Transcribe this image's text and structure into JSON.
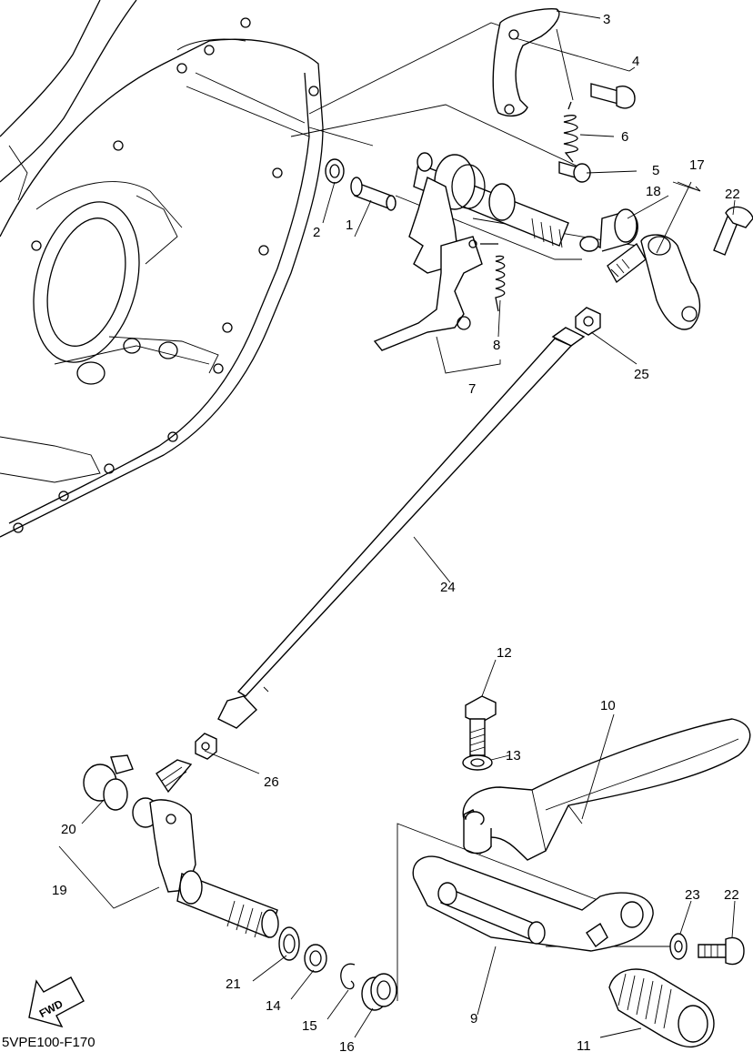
{
  "diagram": {
    "code": "5VPE100-F170",
    "fwd_label": "FWD",
    "labels": [
      "1",
      "2",
      "3",
      "4",
      "5",
      "6",
      "7",
      "8",
      "10",
      "12",
      "13",
      "17",
      "18",
      "22",
      "22",
      "24",
      "25",
      "26",
      "9",
      "11",
      "14",
      "15",
      "16",
      "19",
      "20",
      "21",
      "23"
    ]
  }
}
